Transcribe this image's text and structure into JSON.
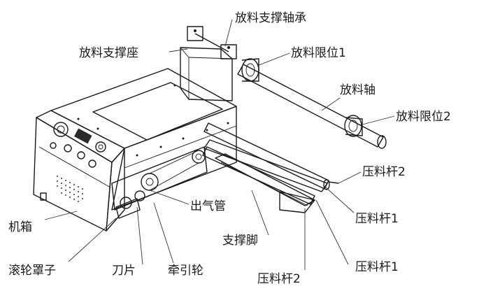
{
  "diagram": {
    "labels": {
      "unwind_support_bearing": "放料支撑轴承",
      "unwind_support_seat": "放料支撑座",
      "unwind_limit_1": "放料限位1",
      "unwind_shaft": "放料轴",
      "unwind_limit_2": "放料限位2",
      "press_rod_2_right": "压料杆2",
      "press_rod_1_right": "压料杆1",
      "outlet_pipe": "出气管",
      "support_foot": "支撑脚",
      "chassis": "机箱",
      "press_rod_1_lower": "压料杆1",
      "roller_cover": "滚轮罩子",
      "blade": "刀片",
      "traction_wheel": "牵引轮",
      "press_rod_2_lower": "压料杆2"
    },
    "colors": {
      "line": "#1a1a1a",
      "panel": "#ffffff",
      "display": "#2a2a2a"
    }
  }
}
